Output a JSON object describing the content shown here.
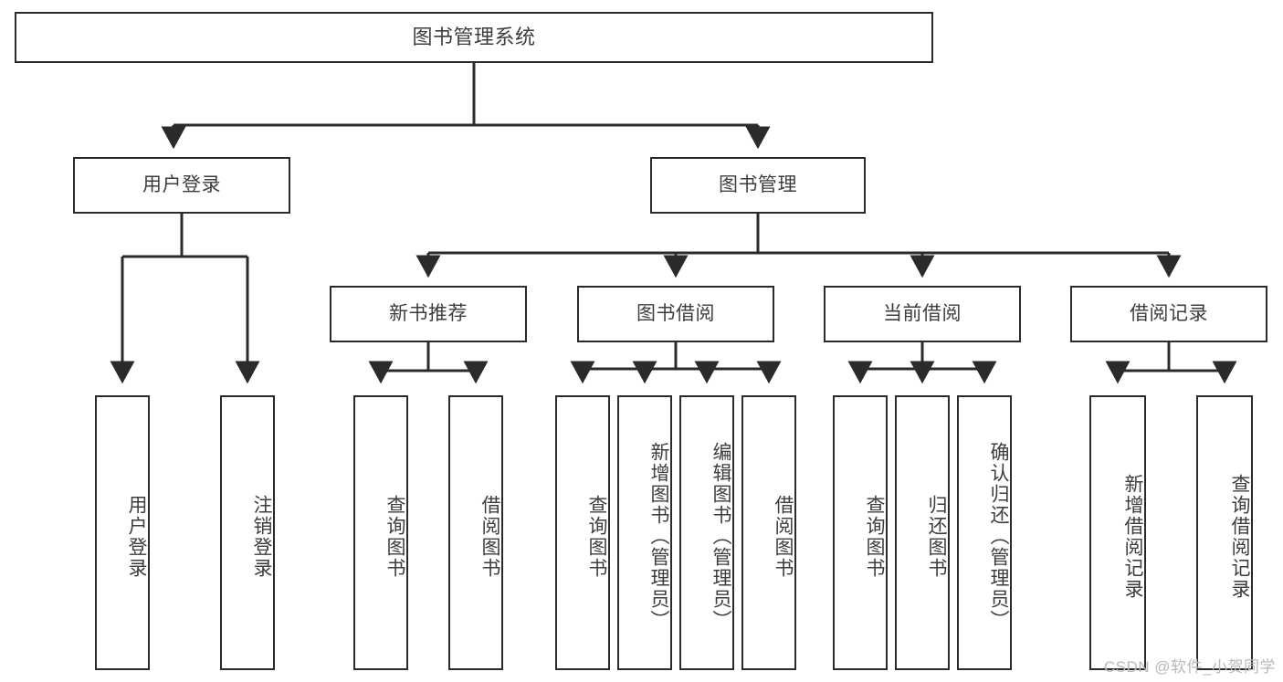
{
  "diagram": {
    "title": "图书管理系统",
    "type": "tree-hierarchy-diagram",
    "watermark": "CSDN @软件_小贺同学",
    "colors": {
      "box_border": "#2b2b2b",
      "box_fill": "#ffffff",
      "text": "#3d3d3d",
      "edge": "#2b2b2b",
      "watermark": "#b9b9b9"
    },
    "nodes": {
      "root": {
        "label": "图书管理系统"
      },
      "level2": [
        {
          "id": "user-login",
          "label": "用户登录"
        },
        {
          "id": "book-management",
          "label": "图书管理"
        }
      ],
      "level3": [
        {
          "id": "new-book-recommend",
          "label": "新书推荐"
        },
        {
          "id": "book-borrow",
          "label": "图书借阅"
        },
        {
          "id": "current-borrow",
          "label": "当前借阅"
        },
        {
          "id": "borrow-record",
          "label": "借阅记录"
        }
      ],
      "leaves": {
        "user-login": [
          {
            "id": "leaf-user-login",
            "label": "用户登录"
          },
          {
            "id": "leaf-logout-login",
            "label": "注销登录"
          }
        ],
        "new-book-recommend": [
          {
            "id": "leaf-query-book-1",
            "label": "查询图书"
          },
          {
            "id": "leaf-borrow-book-1",
            "label": "借阅图书"
          }
        ],
        "book-borrow": [
          {
            "id": "leaf-query-book-2",
            "label": "查询图书"
          },
          {
            "id": "leaf-add-book",
            "label": "新增图书（管理员）"
          },
          {
            "id": "leaf-edit-book",
            "label": "编辑图书（管理员）"
          },
          {
            "id": "leaf-borrow-book-2",
            "label": "借阅图书"
          }
        ],
        "current-borrow": [
          {
            "id": "leaf-query-book-3",
            "label": "查询图书"
          },
          {
            "id": "leaf-return-book",
            "label": "归还图书"
          },
          {
            "id": "leaf-confirm-return",
            "label": "确认归还（管理员）"
          }
        ],
        "borrow-record": [
          {
            "id": "leaf-add-record",
            "label": "新增借阅记录"
          },
          {
            "id": "leaf-query-record",
            "label": "查询借阅记录"
          }
        ]
      }
    }
  }
}
